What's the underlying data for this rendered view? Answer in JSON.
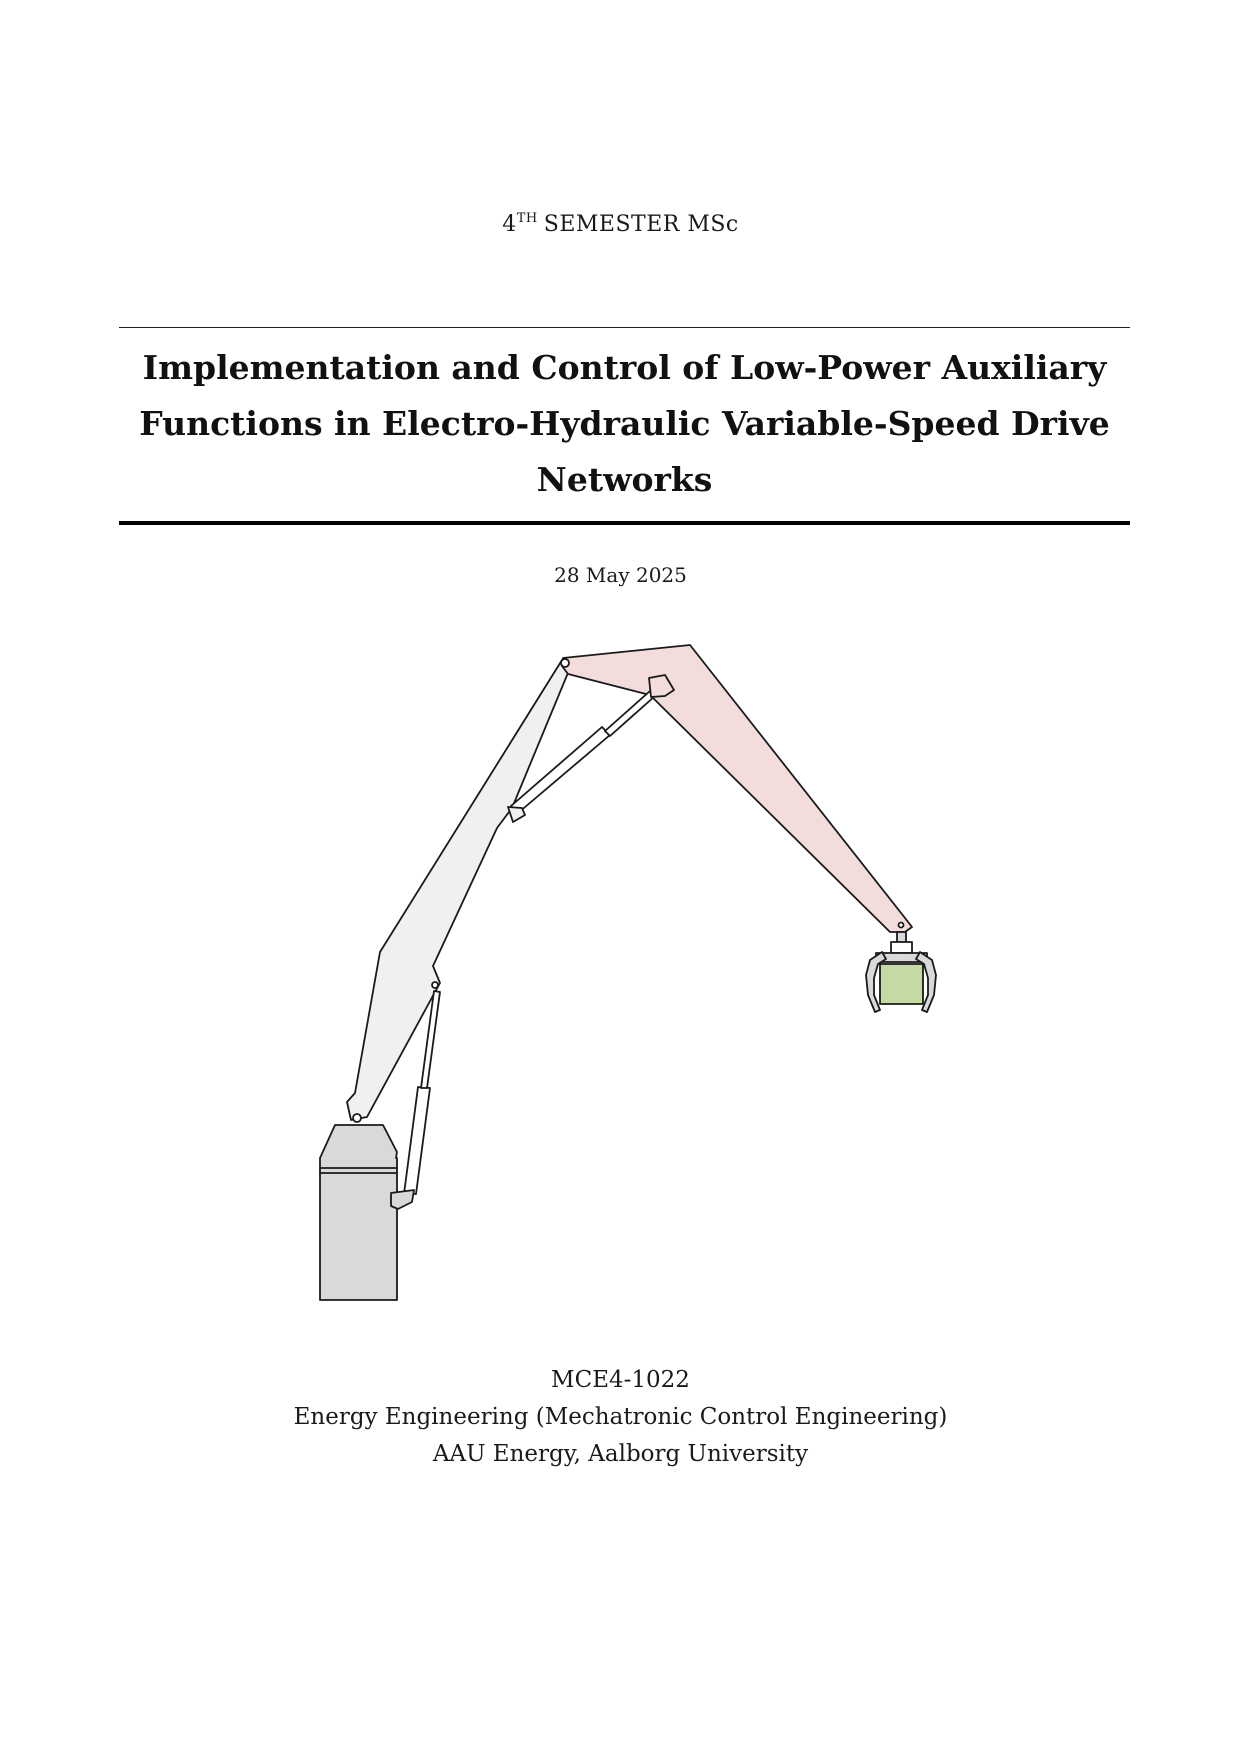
{
  "header": {
    "semester_number": "4",
    "semester_ordinal": "TH",
    "semester_text": "SEMESTER MSc"
  },
  "title": "Implementation and Control of Low-Power Auxiliary Functions in Electro-Hydraulic Variable-Speed Drive Networks",
  "date": "28 May 2025",
  "illustration": {
    "icon": "hydraulic-crane-icon",
    "colors": {
      "base": "#d9d9d9",
      "main_boom": "#f0f0f0",
      "outer_boom": "#f2dcdc",
      "load": "#c5d9a5",
      "outline": "#1a1a1a"
    }
  },
  "footer": {
    "project_code": "MCE4-1022",
    "programme": "Energy Engineering (Mechatronic Control Engineering)",
    "institution": "AAU Energy, Aalborg University"
  }
}
